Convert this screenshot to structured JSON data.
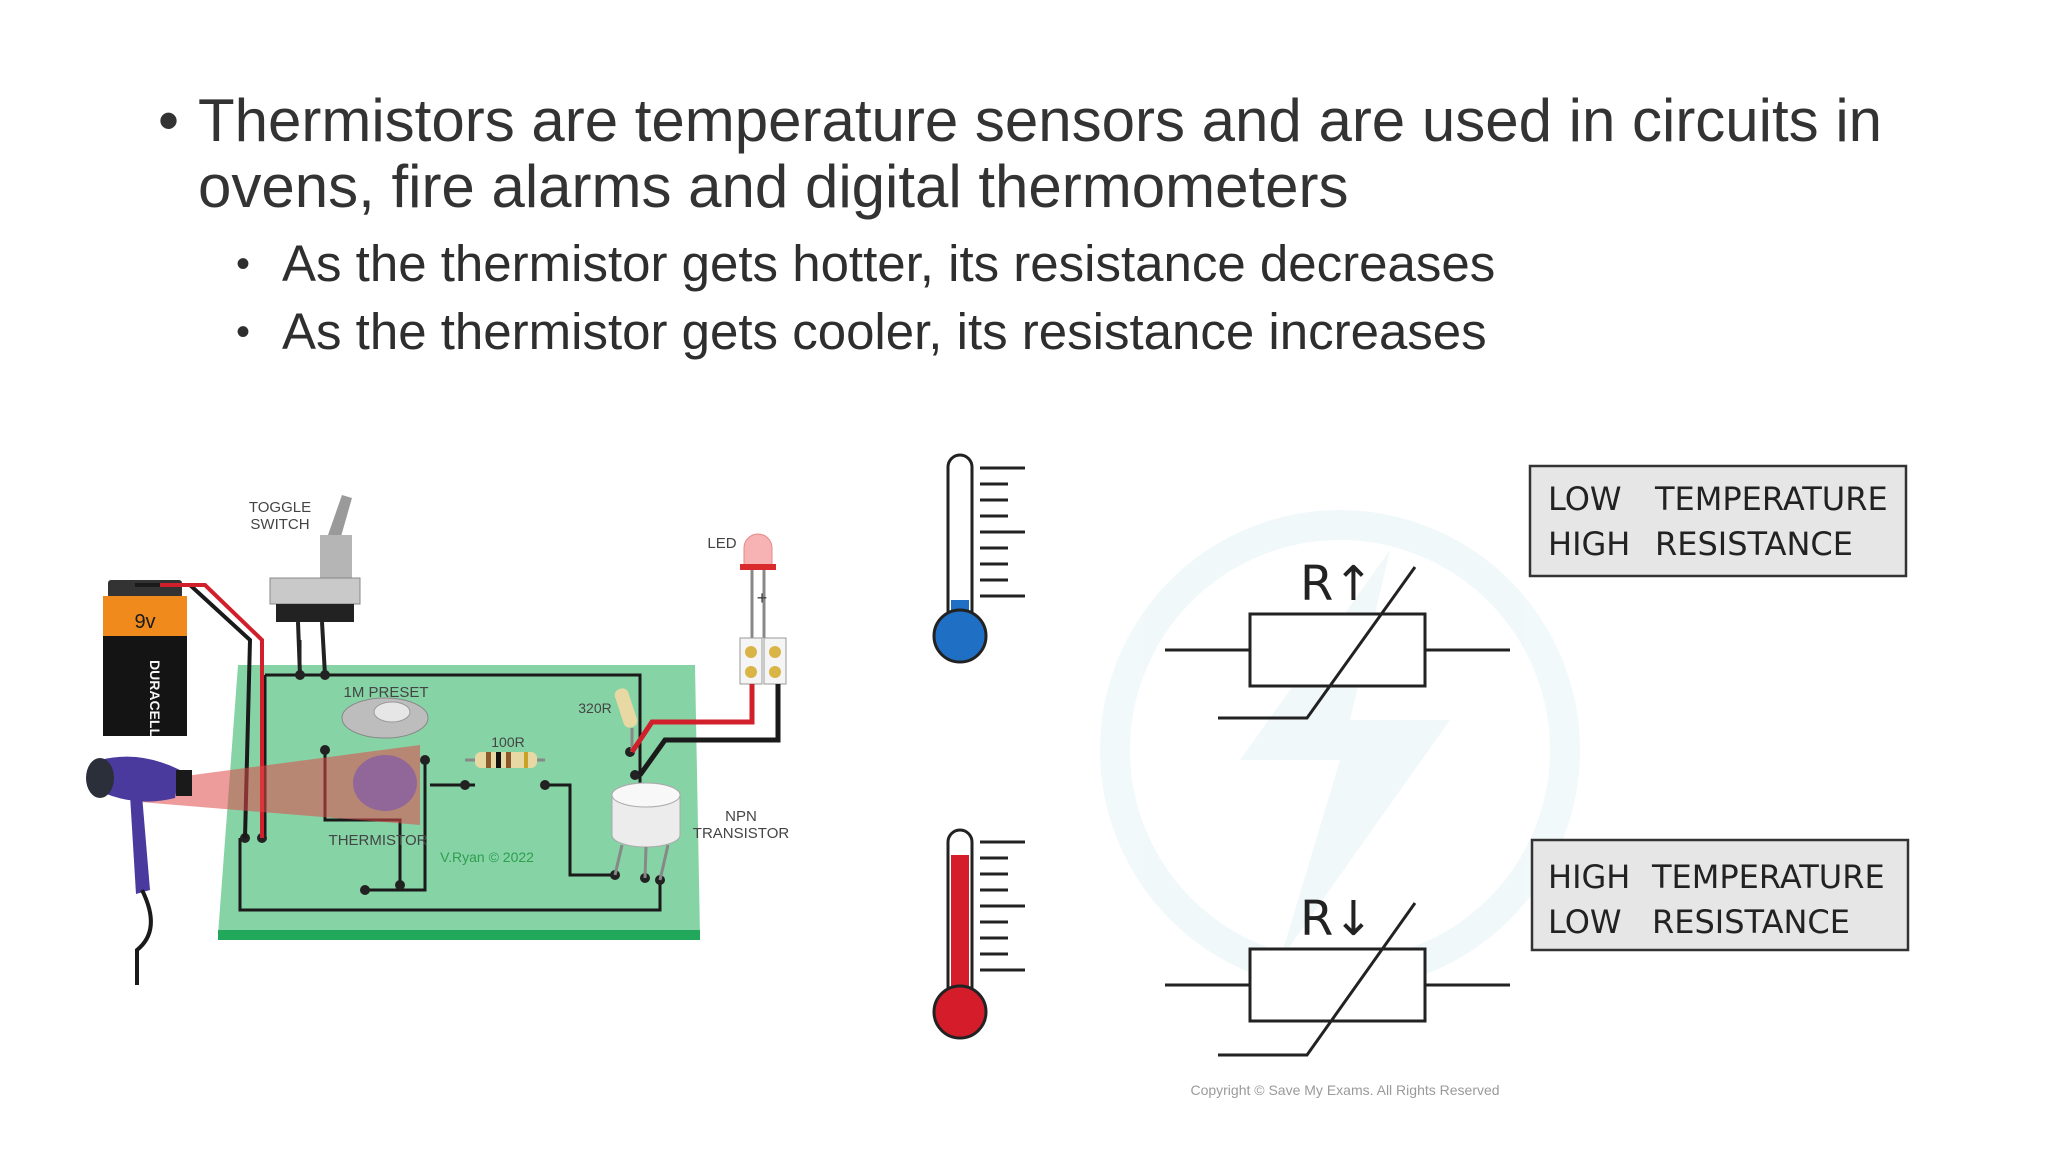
{
  "bullets": {
    "main": "Thermistors are temperature sensors and are used in circuits in ovens, fire alarms and digital thermometers",
    "sub": [
      "As the thermistor gets hotter, its resistance decreases",
      "As the thermistor gets cooler, its resistance increases"
    ]
  },
  "circuit": {
    "toggle_switch": [
      "TOGGLE",
      "SWITCH"
    ],
    "led": "LED",
    "plus": "+",
    "preset": "1M PRESET",
    "r320": "320R",
    "r100": "100R",
    "npn": [
      "NPN",
      "TRANSISTOR"
    ],
    "thermistor": "THERMISTOR",
    "credit": "V.Ryan © 2022",
    "battery_voltage": "9v",
    "battery_brand": "DURACELL"
  },
  "low_temp": {
    "box_line1_a": "LOW",
    "box_line1_b": "TEMPERATURE",
    "box_line2_a": "HIGH",
    "box_line2_b": "RESISTANCE",
    "symbol": "R↑"
  },
  "high_temp": {
    "box_line1_a": "HIGH",
    "box_line1_b": "TEMPERATURE",
    "box_line2_a": "LOW",
    "box_line2_b": "RESISTANCE",
    "symbol": "R↓"
  },
  "copyright": "Copyright © Save My Exams. All Rights Reserved",
  "colors": {
    "text": "#333333",
    "board_green": "#86d3a6",
    "board_edge": "#22a85a",
    "cold_blue": "#1f6fc5",
    "hot_red": "#d51c2a",
    "dryer_purple": "#4a3a9e"
  }
}
